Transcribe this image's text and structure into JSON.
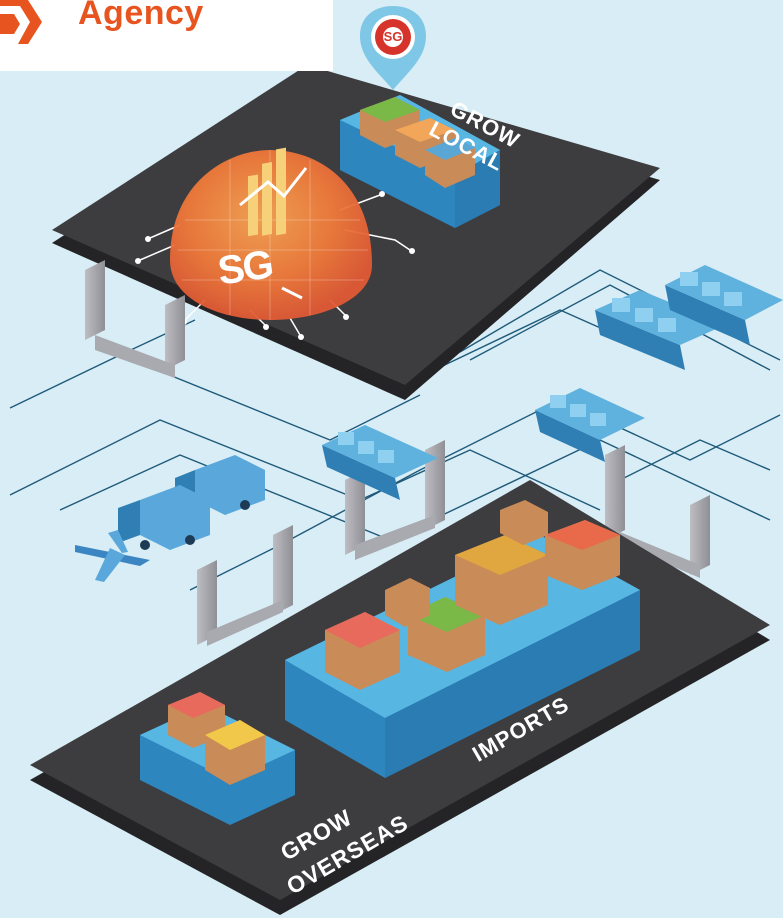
{
  "logo": {
    "text": "Agency"
  },
  "badge": {
    "text": "SG"
  },
  "labels": {
    "grow_local_line1": "GROW",
    "grow_local_line2": "LOCAL",
    "imports": "IMPORTS",
    "grow_overseas_line1": "GROW",
    "grow_overseas_line2": "OVERSEAS",
    "dome": "SG"
  },
  "colors": {
    "background": "#d8edf5",
    "platform": "#3d3d40",
    "platform_side": "#242426",
    "water": "#3fa3d6",
    "brand_orange": "#e8541f",
    "dome": "#f08a3c"
  }
}
